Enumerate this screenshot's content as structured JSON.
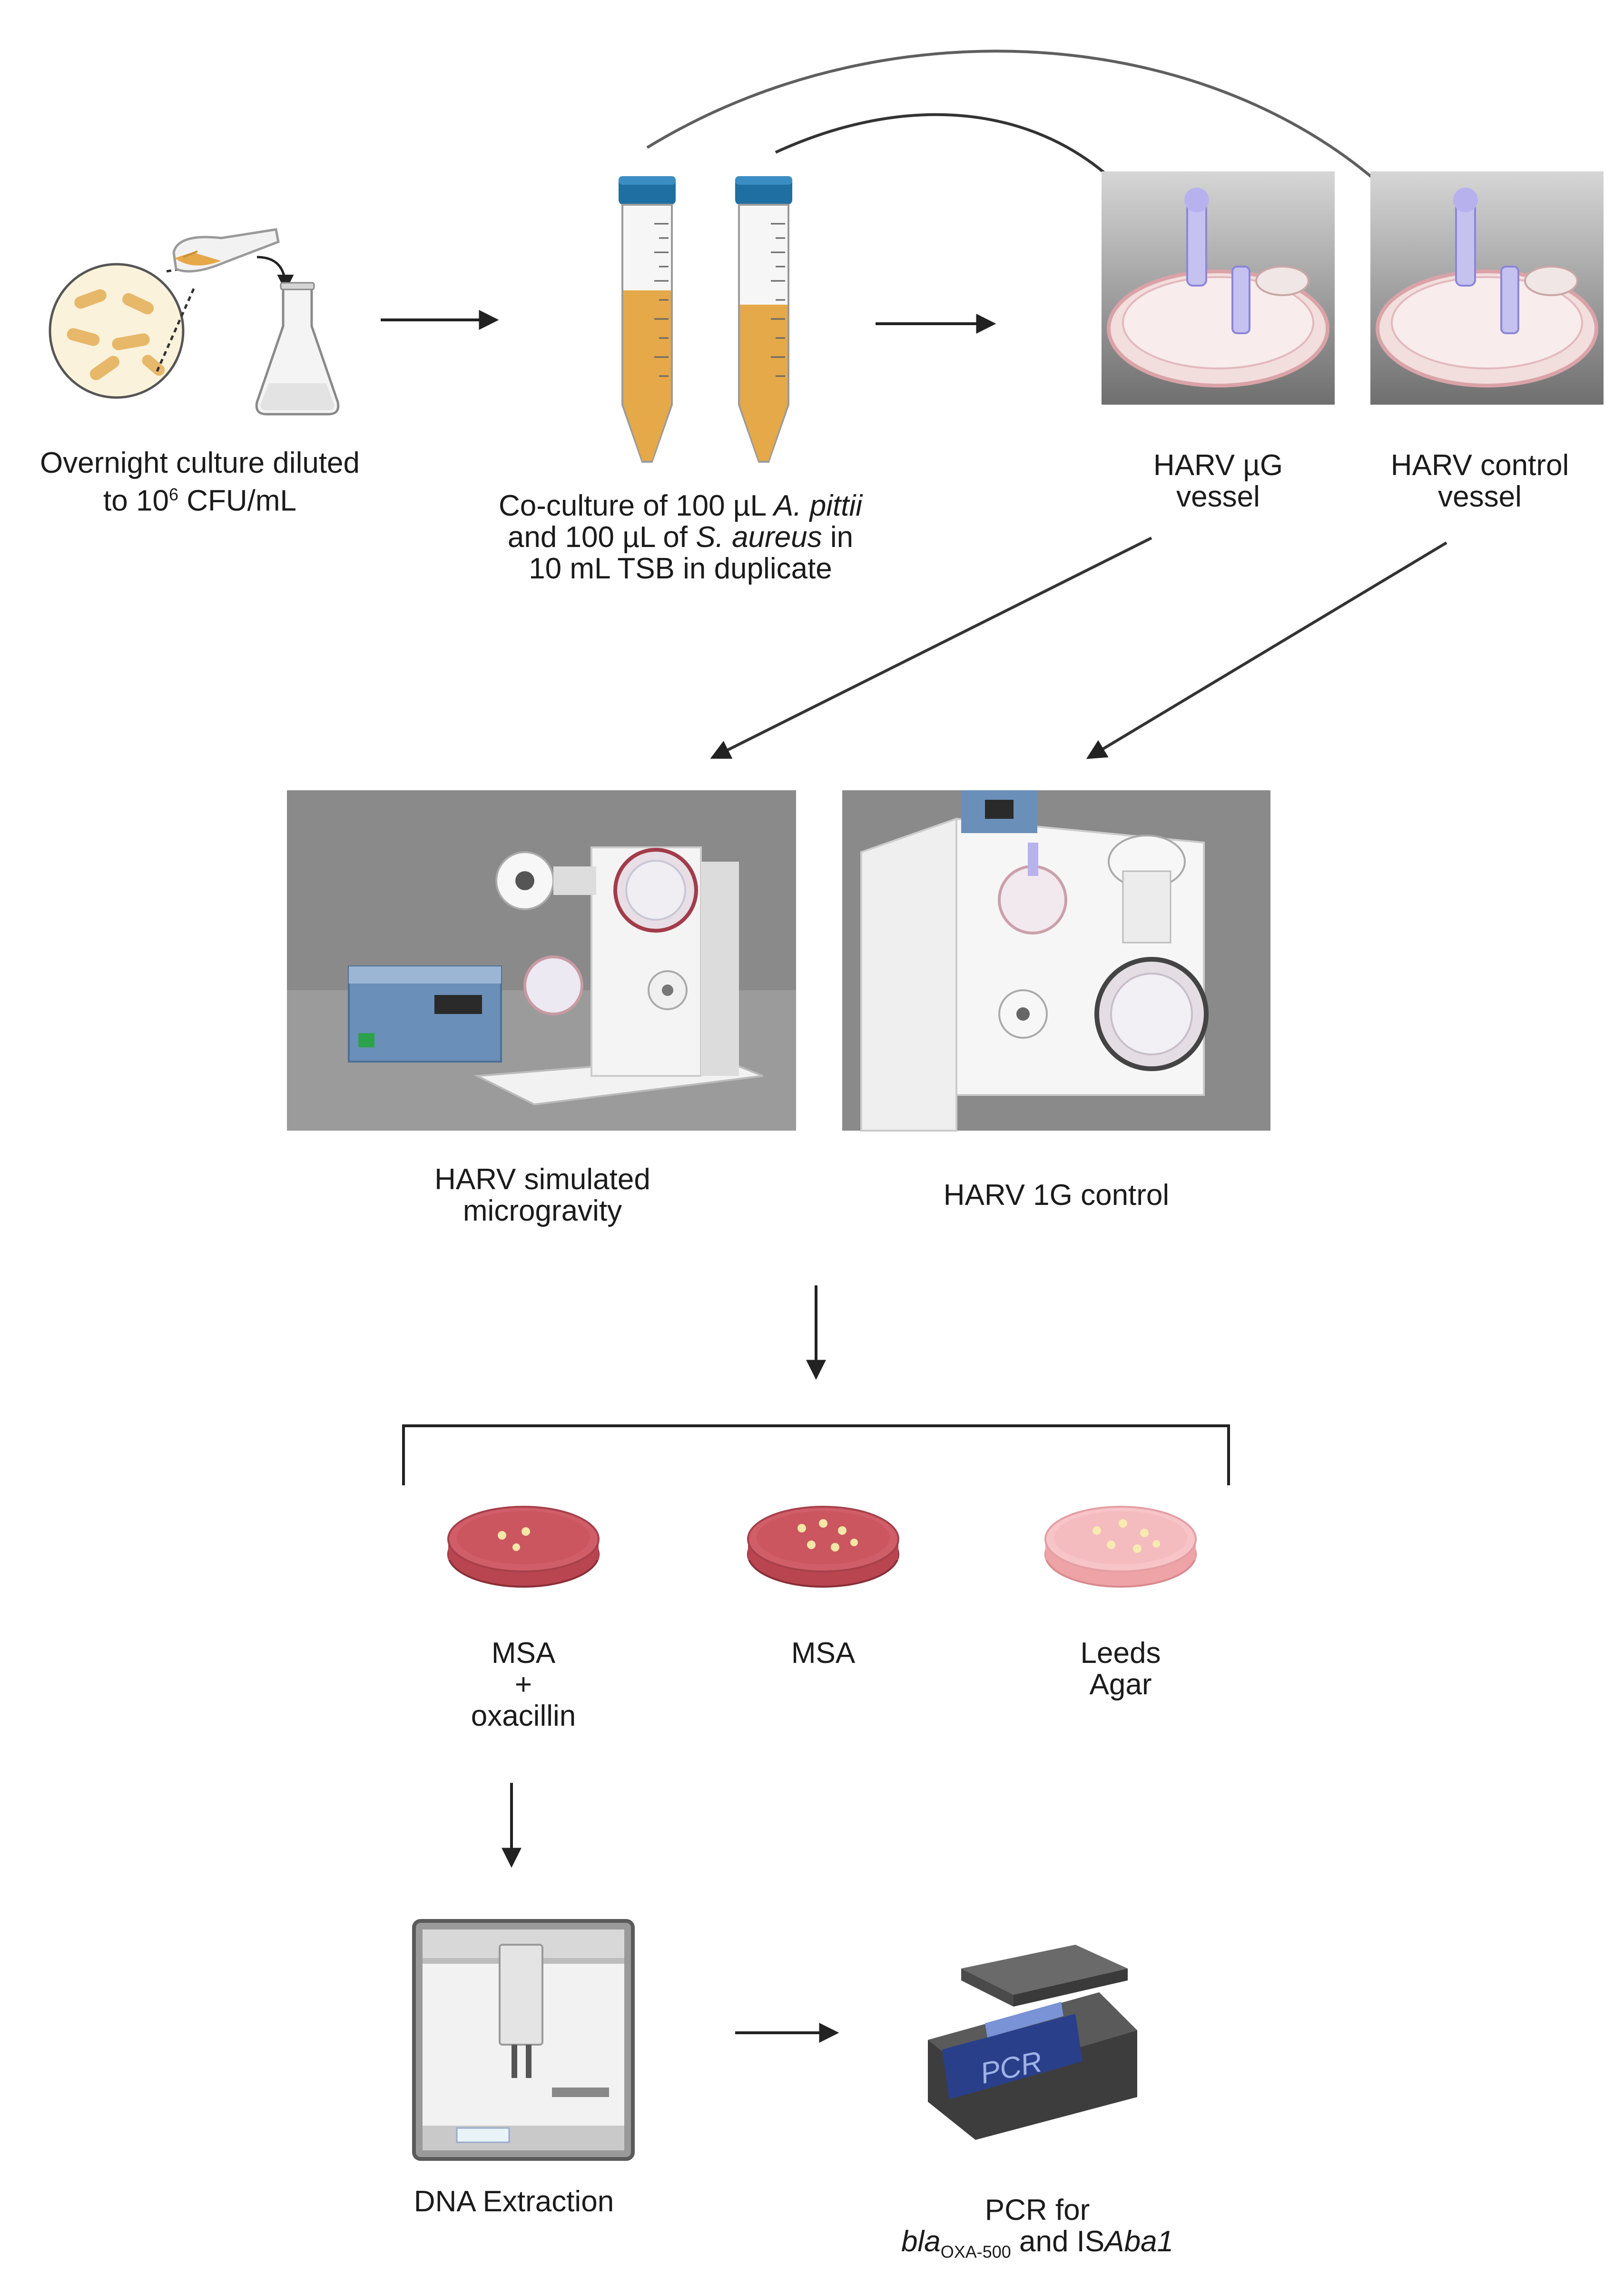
{
  "step1": {
    "label_line1": "Overnight culture diluted",
    "label_line2_prefix": "to 10",
    "label_line2_sup": "6",
    "label_line2_suffix": " CFU/mL"
  },
  "step2": {
    "line1_prefix": "Co-culture of 100 µL ",
    "line1_italic": "A. pittii",
    "line2_prefix": "and 100 µL of ",
    "line2_italic": "S. aureus",
    "line2_suffix": " in",
    "line3": "10 mL TSB in duplicate"
  },
  "vessel_ug": {
    "line1": "HARV µG",
    "line2": "vessel"
  },
  "vessel_control": {
    "line1": "HARV control",
    "line2": "vessel"
  },
  "harv_sim": {
    "line1": "HARV simulated",
    "line2": "microgravity"
  },
  "harv_1g": {
    "line1": "HARV 1G control"
  },
  "plates": [
    {
      "line1": "MSA",
      "line2": "+",
      "line3": "oxacillin"
    },
    {
      "line1": "MSA"
    },
    {
      "line1": "Leeds",
      "line2": "Agar"
    }
  ],
  "dna": {
    "label": "DNA Extraction"
  },
  "pcr": {
    "screen_text": "PCR",
    "line1": "PCR for",
    "gene_italic": "bla",
    "gene_sub": "OXA-500",
    "mid": " and IS",
    "element_italic": "Aba1"
  },
  "colors": {
    "arrow": "#222222",
    "culture_orange": "#e5a94a",
    "tube_cap": "#1f6fa3",
    "msa_red": "#c9545c",
    "leeds_pink": "#f3b7b9",
    "photo_grey": "#8c8c8c",
    "pcr_screen": "#2a3f8a"
  },
  "icons": [
    "petri-bacteria-icon",
    "flask-icon",
    "falcon-tube-icon",
    "harv-vessel-icon",
    "rotating-wall-bioreactor-icon",
    "agar-plate-icon",
    "dna-extraction-robot-icon",
    "pcr-machine-icon"
  ]
}
